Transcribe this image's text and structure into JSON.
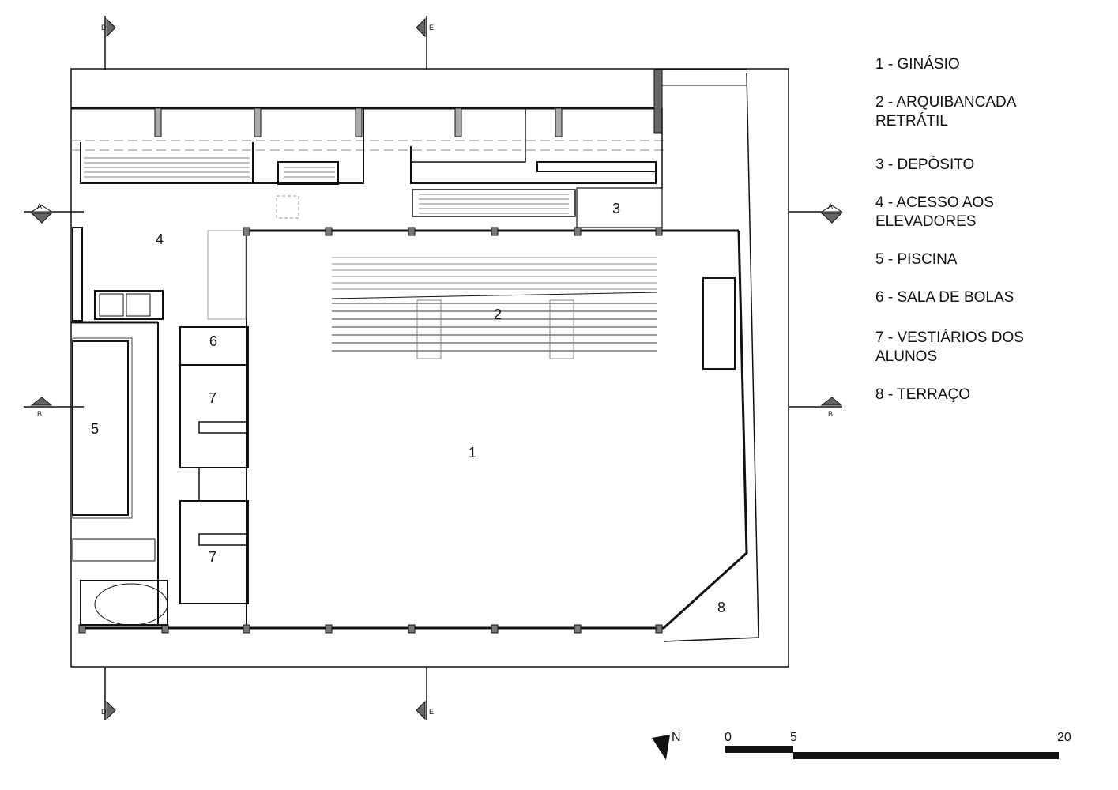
{
  "rooms": {
    "r1": "1",
    "r2": "2",
    "r3": "3",
    "r4": "4",
    "r5": "5",
    "r6": "6",
    "r7a": "7",
    "r7b": "7",
    "r8": "8"
  },
  "sections": {
    "a": "A",
    "b": "B",
    "d": "D",
    "e": "E"
  },
  "legend": [
    "1 - GINÁSIO",
    "2 - ARQUIBANCADA RETRÁTIL",
    "3 - DEPÓSITO",
    "4 - ACESSO AOS ELEVADORES",
    "5 - PISCINA",
    "6 - SALA DE BOLAS",
    "7 - VESTIÁRIOS DOS ALUNOS",
    "8 - TERRAÇO"
  ],
  "north": "N",
  "scale": {
    "t0": "0",
    "t5": "5",
    "t20": "20"
  }
}
